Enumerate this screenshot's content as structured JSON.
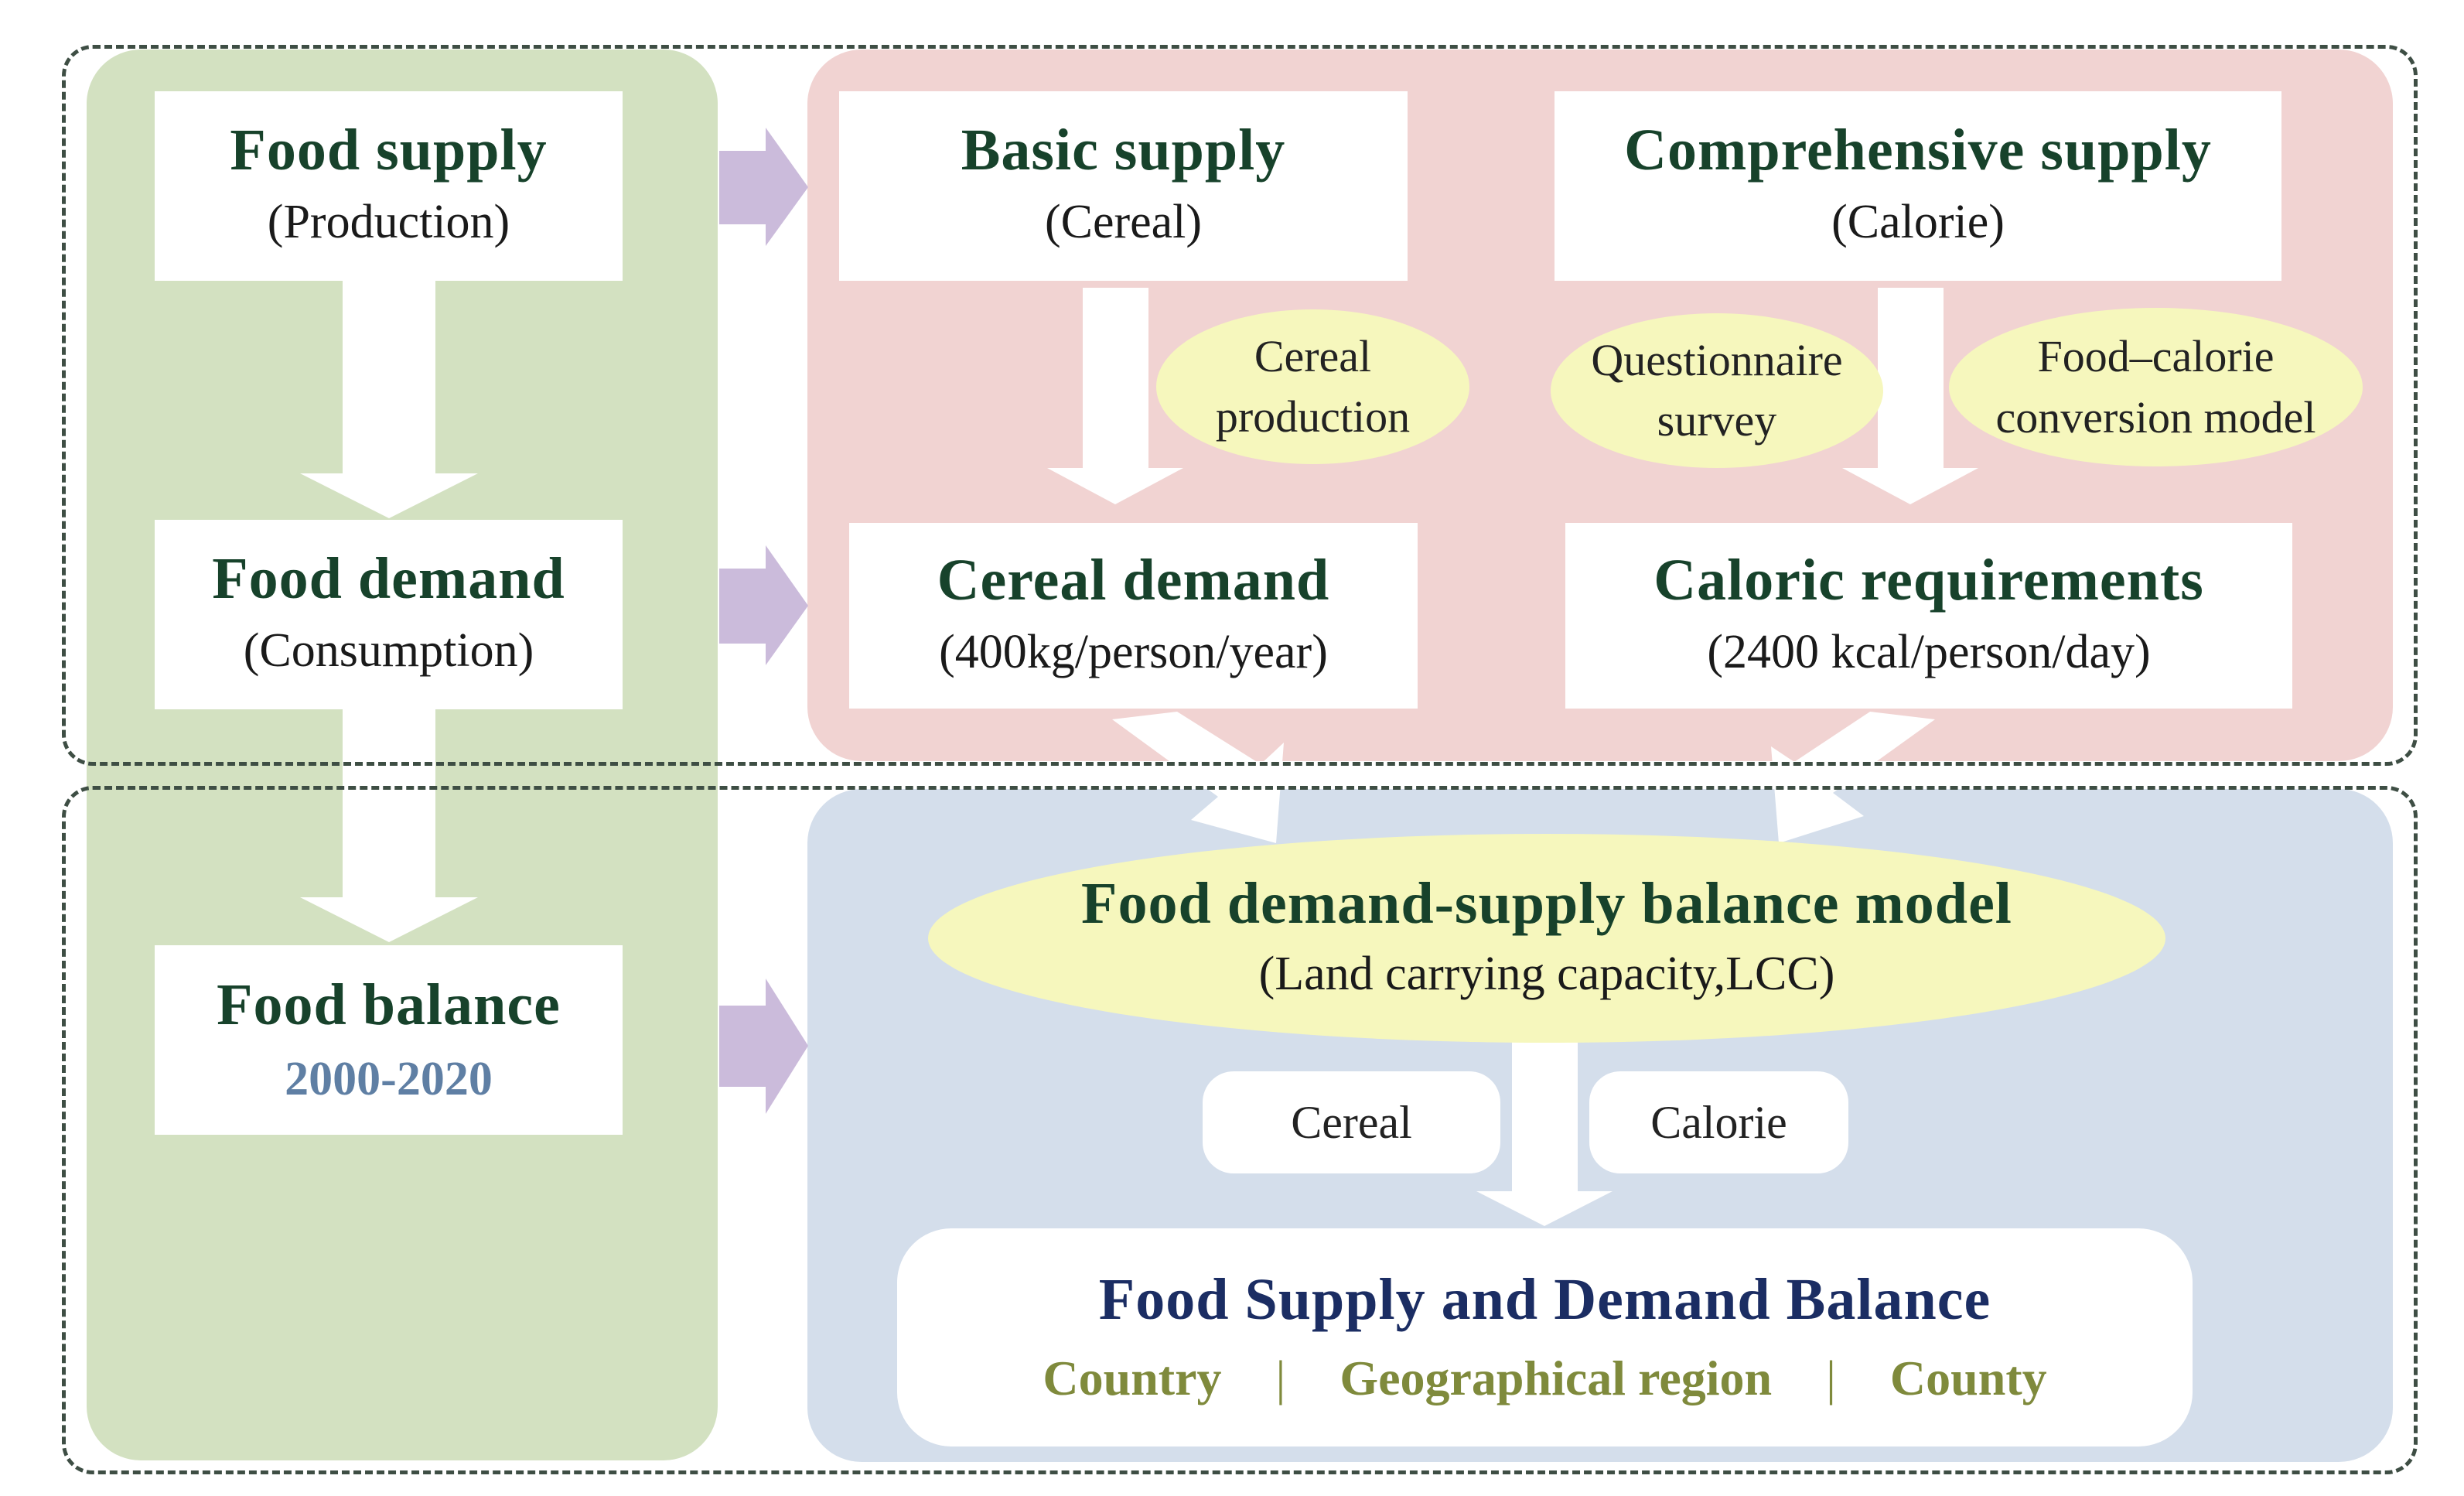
{
  "left": {
    "food_supply": {
      "title": "Food supply",
      "sub": "(Production)"
    },
    "food_demand": {
      "title": "Food demand",
      "sub": "(Consumption)"
    },
    "food_balance": {
      "title": "Food balance",
      "years": "2000-2020"
    }
  },
  "top": {
    "basic_supply": {
      "title": "Basic supply",
      "sub": "(Cereal)"
    },
    "comprehensive_supply": {
      "title": "Comprehensive supply",
      "sub": "(Calorie)"
    },
    "cereal_production": {
      "line1": "Cereal",
      "line2": "production"
    },
    "questionnaire": {
      "line1": "Questionnaire",
      "line2": "survey"
    },
    "food_calorie": {
      "line1": "Food–calorie",
      "line2": "conversion model"
    },
    "cereal_demand": {
      "title": "Cereal demand",
      "sub": "(400kg/person/year)"
    },
    "caloric_requirements": {
      "title": "Caloric requirements",
      "sub": "(2400 kcal/person/day)"
    }
  },
  "bottom": {
    "model": {
      "title": "Food demand-supply balance model",
      "sub": "(Land carrying capacity,LCC)"
    },
    "cereal_label": "Cereal",
    "calorie_label": "Calorie",
    "balance": {
      "title": "Food Supply and Demand Balance",
      "regions": [
        "Country",
        "Geographical region",
        "County"
      ],
      "separator": "|"
    }
  },
  "colors": {
    "left_panel": "#d3e1c1",
    "pink_panel": "#f1d3d2",
    "blue_panel": "#d4deeb",
    "ellipse": "#f6f7bd",
    "purple_arrow": "#cbbbdb",
    "title_green": "#17422b",
    "title_navy": "#1b2d63"
  }
}
